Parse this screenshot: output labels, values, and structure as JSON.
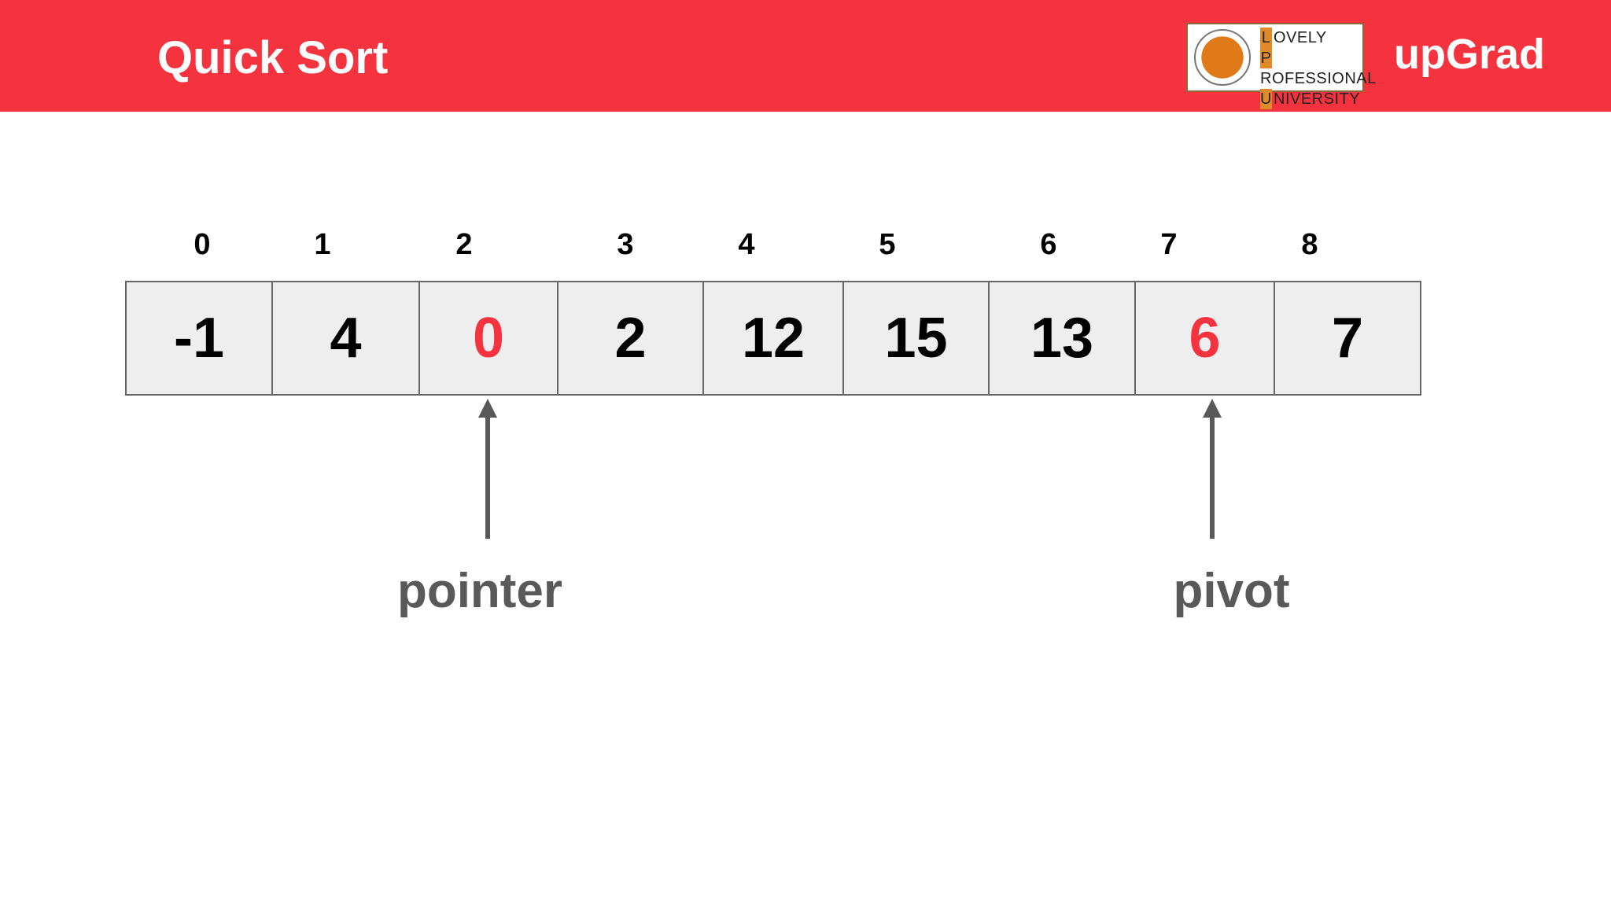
{
  "header": {
    "title": "Quick Sort",
    "brand_color": "#f5333f",
    "logos": {
      "lpu": [
        "L",
        "OVELY",
        "P",
        "ROFESSIONAL",
        "U",
        "NIVERSITY"
      ],
      "upgrad": "upGrad"
    }
  },
  "array": {
    "indices": [
      "0",
      "1",
      "2",
      "3",
      "4",
      "5",
      "6",
      "7",
      "8"
    ],
    "values": [
      "-1",
      "4",
      "0",
      "2",
      "12",
      "15",
      "13",
      "6",
      "7"
    ],
    "highlighted_indices": [
      2,
      7
    ],
    "highlight_color": "#f5333f"
  },
  "markers": {
    "pointer": {
      "label": "pointer",
      "index": 2
    },
    "pivot": {
      "label": "pivot",
      "index": 7
    }
  }
}
